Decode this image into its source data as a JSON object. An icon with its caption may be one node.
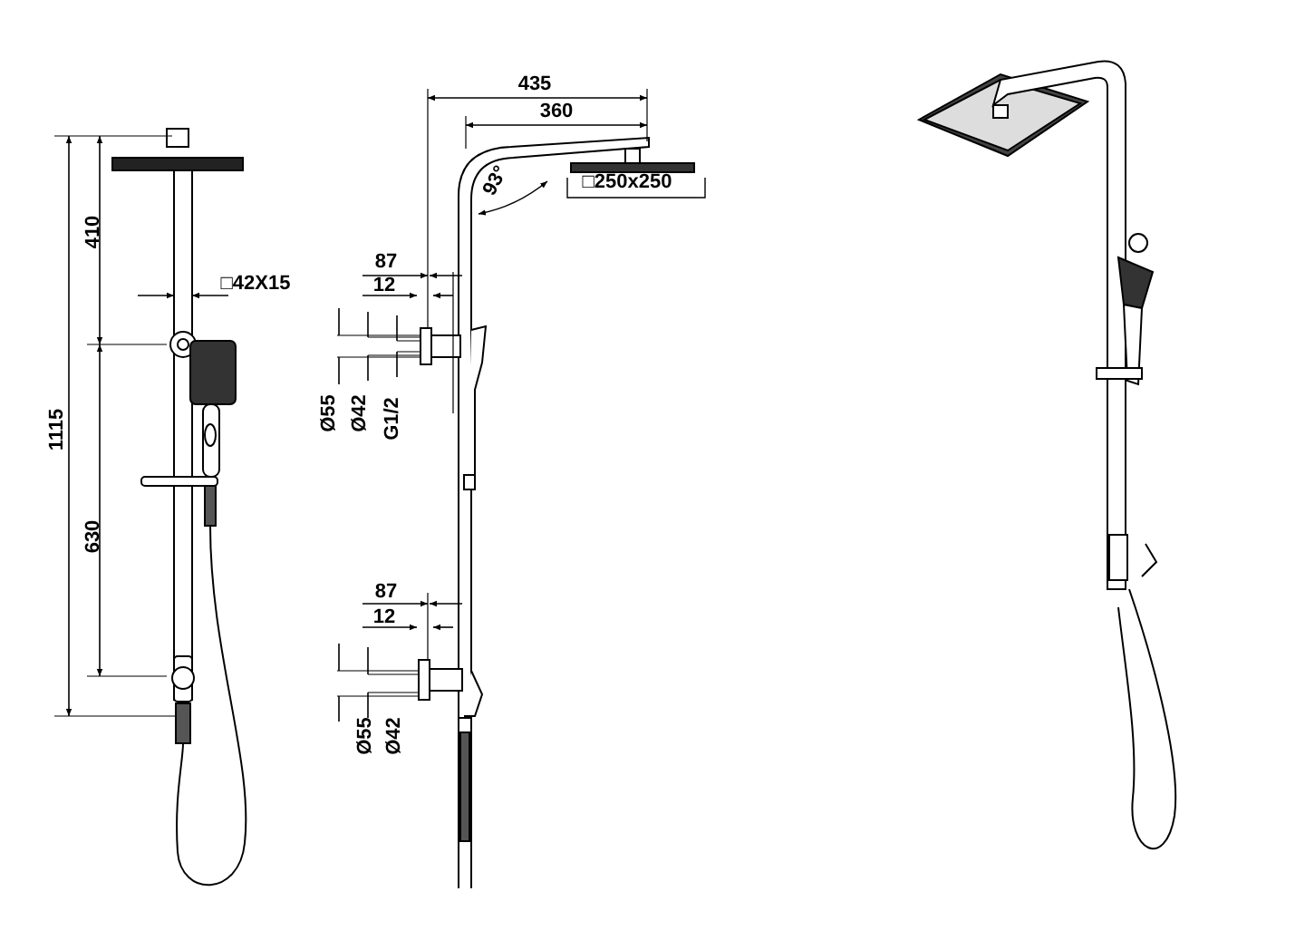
{
  "diagram": {
    "labels": [
      "410",
      "1115",
      "630",
      "□42X15",
      "435",
      "360",
      "93°",
      "□250x250",
      "87",
      "12",
      "Ø55",
      "Ø42",
      "G1/2",
      "87",
      "12",
      "Ø55",
      "Ø42"
    ]
  }
}
